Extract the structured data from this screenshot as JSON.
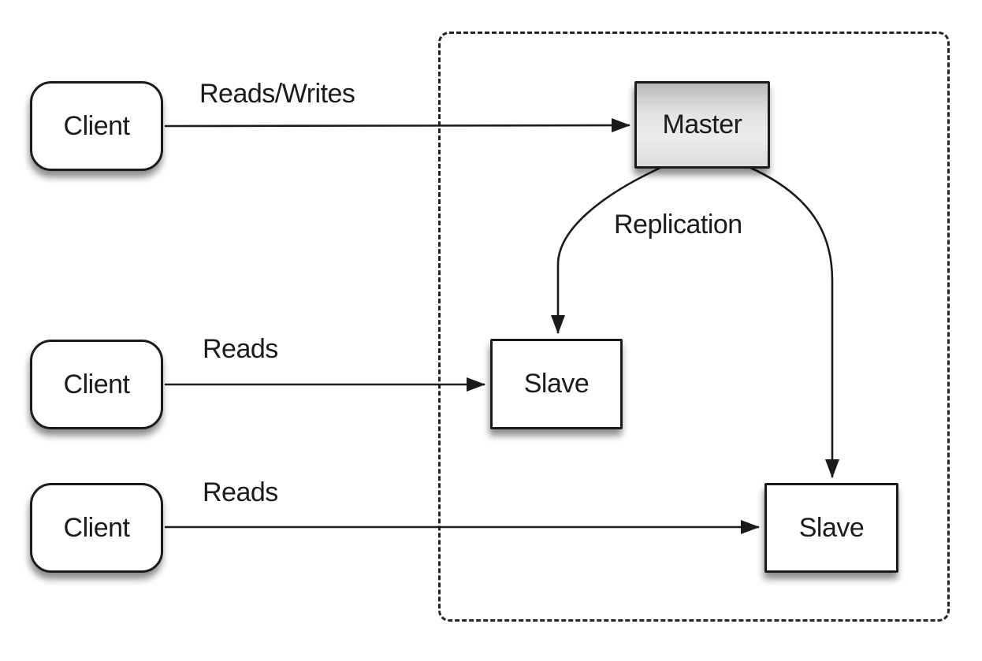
{
  "diagram": {
    "type": "architecture-diagram",
    "nodes": {
      "clients": [
        {
          "label": "Client"
        },
        {
          "label": "Client"
        },
        {
          "label": "Client"
        }
      ],
      "master": {
        "label": "Master"
      },
      "slaves": [
        {
          "label": "Slave"
        },
        {
          "label": "Slave"
        }
      ]
    },
    "edges": {
      "client1_master": {
        "label": "Reads/Writes"
      },
      "client2_slave1": {
        "label": "Reads"
      },
      "client3_slave2": {
        "label": "Reads"
      },
      "master_slaves": {
        "label": "Replication"
      }
    },
    "colors": {
      "stroke": "#1b1b1b",
      "dashed_boundary": "#252525",
      "node_fill": "#ffffff",
      "master_fill_top": "#b9b9b9",
      "master_fill_bottom": "#ececec",
      "background": "#ffffff"
    }
  }
}
